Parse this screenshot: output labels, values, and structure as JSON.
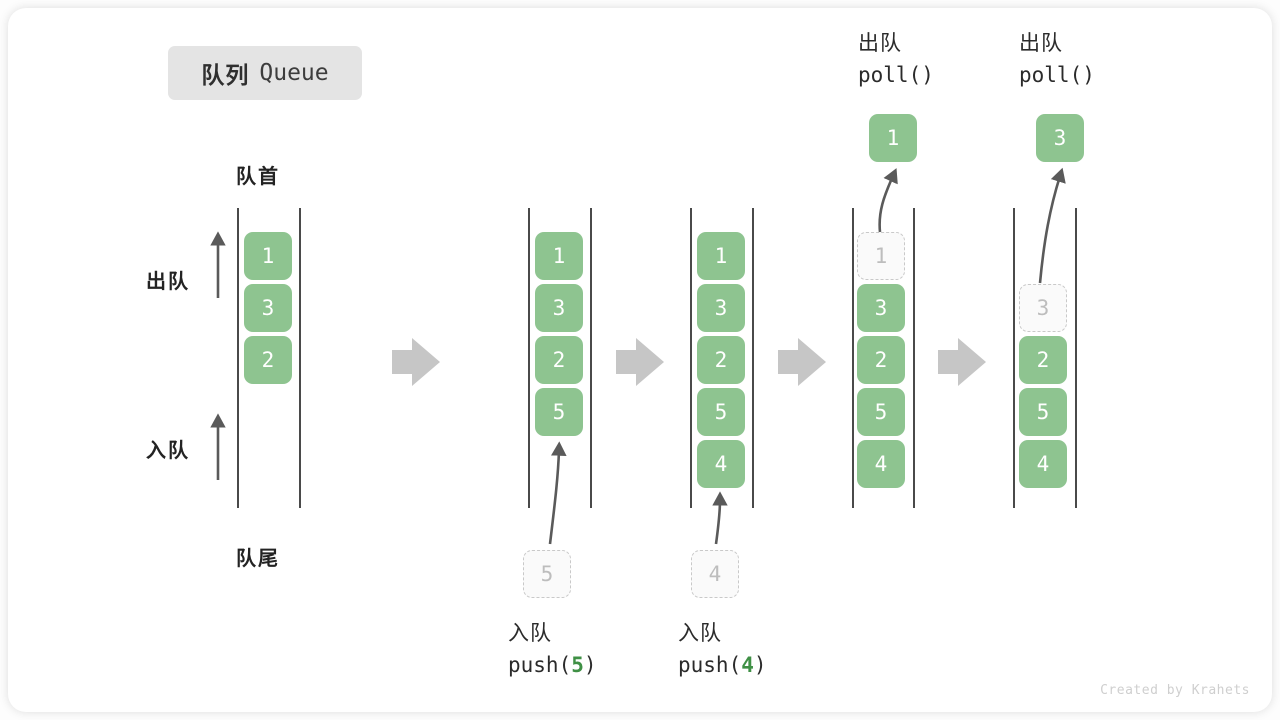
{
  "title": {
    "cn": "队列",
    "en": "Queue"
  },
  "labels": {
    "head": "队首",
    "tail": "队尾",
    "dequeue": "出队",
    "enqueue": "入队"
  },
  "footer": "Created by Krahets",
  "colors": {
    "cell_fill": "#8ec490",
    "cell_text": "#ffffff",
    "ghost_border": "#c9c9c9",
    "ghost_text": "#bdbdbd",
    "rail": "#4a4a4a",
    "flow_arrow": "#c6c6c6",
    "accent_green": "#3f9045",
    "badge_bg": "#e4e4e4"
  },
  "columns": [
    {
      "name": "initial-queue",
      "cells": [
        {
          "value": "1",
          "state": "filled"
        },
        {
          "value": "3",
          "state": "filled"
        },
        {
          "value": "2",
          "state": "filled"
        }
      ]
    },
    {
      "name": "after-push-5",
      "cells": [
        {
          "value": "1",
          "state": "filled"
        },
        {
          "value": "3",
          "state": "filled"
        },
        {
          "value": "2",
          "state": "filled"
        },
        {
          "value": "5",
          "state": "filled"
        }
      ]
    },
    {
      "name": "after-push-4",
      "cells": [
        {
          "value": "1",
          "state": "filled"
        },
        {
          "value": "3",
          "state": "filled"
        },
        {
          "value": "2",
          "state": "filled"
        },
        {
          "value": "5",
          "state": "filled"
        },
        {
          "value": "4",
          "state": "filled"
        }
      ]
    },
    {
      "name": "during-poll-1",
      "cells": [
        {
          "value": "1",
          "state": "ghost"
        },
        {
          "value": "3",
          "state": "filled"
        },
        {
          "value": "2",
          "state": "filled"
        },
        {
          "value": "5",
          "state": "filled"
        },
        {
          "value": "4",
          "state": "filled"
        }
      ]
    },
    {
      "name": "during-poll-3",
      "cells": [
        {
          "value": "",
          "state": "empty"
        },
        {
          "value": "3",
          "state": "ghost"
        },
        {
          "value": "2",
          "state": "filled"
        },
        {
          "value": "5",
          "state": "filled"
        },
        {
          "value": "4",
          "state": "filled"
        }
      ]
    }
  ],
  "push_ops": [
    {
      "cn": "入队",
      "fn_prefix": "push(",
      "arg": "5",
      "fn_suffix": ")",
      "ghost_value": "5"
    },
    {
      "cn": "入队",
      "fn_prefix": "push(",
      "arg": "4",
      "fn_suffix": ")",
      "ghost_value": "4"
    }
  ],
  "poll_ops": [
    {
      "cn": "出队",
      "code": "poll()",
      "value": "1"
    },
    {
      "cn": "出队",
      "code": "poll()",
      "value": "3"
    }
  ]
}
